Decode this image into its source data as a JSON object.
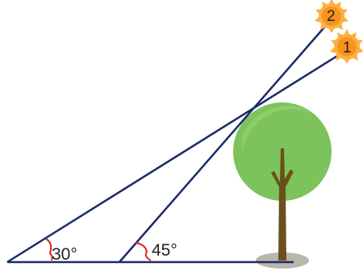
{
  "angles": {
    "left": "30°",
    "right": "45°"
  },
  "suns": {
    "upper": "2",
    "lower": "1"
  },
  "colors": {
    "line": "#1b2a6b",
    "angle_mark": "#e31e24",
    "sun_core": "#f7941d",
    "sun_rays": "#fbb040",
    "tree_foliage": "#7cc35b",
    "tree_foliage_light": "#8dcd6a",
    "trunk": "#6b4f1d",
    "shadow": "#b7b8a8"
  },
  "icons": {
    "sun": "sun-icon",
    "tree": "tree-icon"
  }
}
